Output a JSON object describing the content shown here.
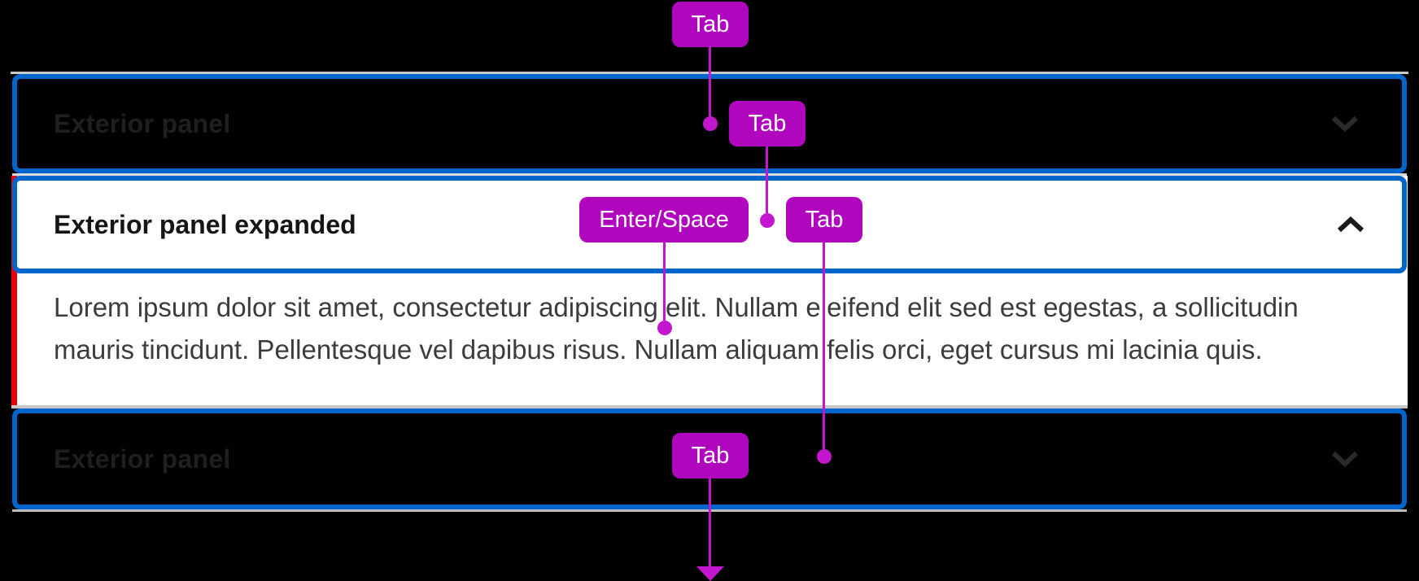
{
  "page": {
    "background": "#000000"
  },
  "colors": {
    "focus_ring_blue": "#0066CC",
    "badge_magenta": "#AF06BE",
    "connector_magenta": "#C316CE",
    "expanded_accent_red": "#EE0000",
    "hairline_gray": "#c8c8c8",
    "dark_panel_text": "#1f1f1f",
    "expanded_title_text": "#151515",
    "body_text": "#3c3c3c"
  },
  "accordion": {
    "panels": [
      {
        "label": "Exterior panel",
        "state": "collapsed",
        "icon": "chevron-down-icon"
      },
      {
        "label": "Exterior panel expanded",
        "state": "expanded",
        "icon": "chevron-up-icon",
        "content_line1": "Lorem ipsum dolor sit amet, consectetur adipiscing elit. Nullam eleifend elit sed est egestas, a sollicitudin",
        "content_line2": "mauris tincidunt. Pellentesque vel dapibus risus. Nullam aliquam felis orci, eget cursus mi lacinia quis."
      },
      {
        "label": "Exterior panel",
        "state": "collapsed",
        "icon": "chevron-down-icon"
      }
    ]
  },
  "annotations": {
    "badges": [
      {
        "label": "Tab"
      },
      {
        "label": "Tab"
      },
      {
        "label": "Enter/Space"
      },
      {
        "label": "Tab"
      },
      {
        "label": "Tab"
      }
    ],
    "flow_end_icon": "arrow-down-icon"
  }
}
